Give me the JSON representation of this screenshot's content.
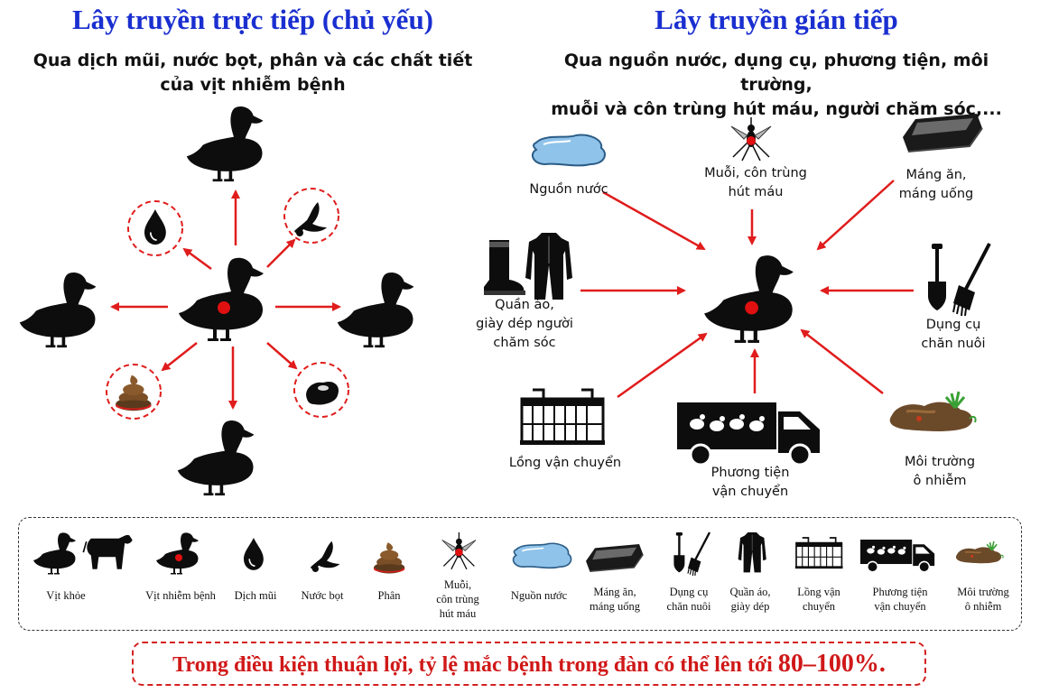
{
  "left": {
    "title": "Lây truyền trực tiếp (chủ yếu)",
    "subtitle": "Qua dịch mũi, nước bọt, phân và các chất tiết\ncủa vịt nhiễm bệnh"
  },
  "right": {
    "title": "Lây truyền gián tiếp",
    "subtitle": "Qua nguồn nước, dụng cụ, phương tiện, môi trường,\nmuỗi và côn trùng hút máu, người chăm sóc,...",
    "nodes": {
      "water": "Nguồn nước",
      "mosquito": "Muỗi, côn trùng\nhút máu",
      "trough": "Máng ăn,\nmáng uống",
      "clothes": "Quần áo,\ngiày dép người\nchăm sóc",
      "tools": "Dụng cụ\nchăn nuôi",
      "cage": "Lồng vận chuyển",
      "truck": "Phương tiện\nvận chuyển",
      "env": "Môi trường\nô nhiễm"
    }
  },
  "legend": {
    "items": [
      {
        "key": "healthy",
        "label": "Vịt khỏe"
      },
      {
        "key": "infected",
        "label": "Vịt nhiễm bệnh"
      },
      {
        "key": "nasal",
        "label": "Dịch mũi"
      },
      {
        "key": "saliva",
        "label": "Nước bọt"
      },
      {
        "key": "feces",
        "label": "Phân"
      },
      {
        "key": "mosquito",
        "label": "Muỗi,\ncôn trùng\nhút máu"
      },
      {
        "key": "water",
        "label": "Nguồn nước"
      },
      {
        "key": "trough",
        "label": "Máng ăn,\nmáng uống"
      },
      {
        "key": "tools",
        "label": "Dụng cụ\nchăn nuôi"
      },
      {
        "key": "clothes",
        "label": "Quần áo,\ngiày dép"
      },
      {
        "key": "cage",
        "label": "Lồng vận\nchuyển"
      },
      {
        "key": "truck",
        "label": "Phương tiện\nvận chuyển"
      },
      {
        "key": "env",
        "label": "Môi trường\nô nhiễm"
      }
    ]
  },
  "note": {
    "text": "Trong điều kiện thuận lợi, tỷ lệ mắc bệnh trong đàn có thể lên tới",
    "value": "80–100%."
  },
  "colors": {
    "title": "#1a2fd0",
    "arrow": "#e01c1c",
    "infection_dot": "#e01010",
    "silhouette": "#0d0d0d",
    "water": "#8fc3ea",
    "soil": "#6b4a2a",
    "grass": "#3aa035"
  }
}
